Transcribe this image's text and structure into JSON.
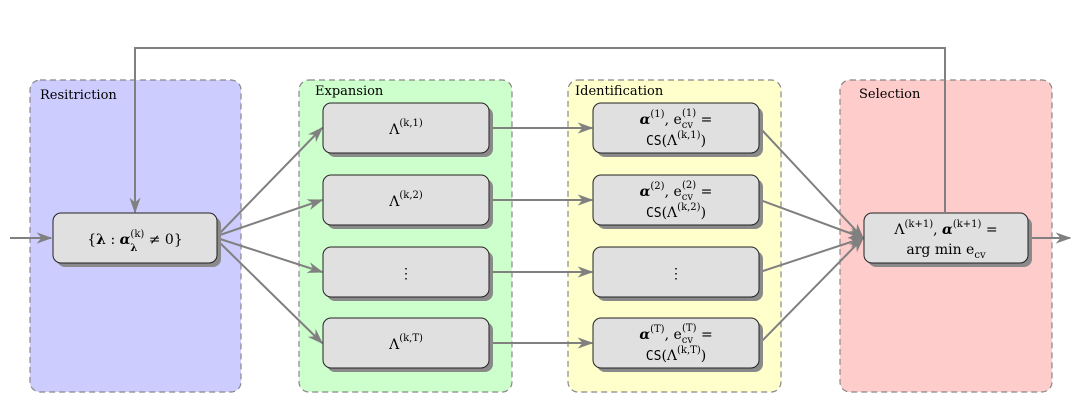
{
  "stages": [
    {
      "id": "restriction",
      "title": "Resitriction",
      "color": "#ccccff"
    },
    {
      "id": "expansion",
      "title": "Expansion",
      "color": "#ccffcc"
    },
    {
      "id": "identification",
      "title": "Identification",
      "color": "#ffffcc"
    },
    {
      "id": "selection",
      "title": "Selection",
      "color": "#ffcccc"
    }
  ],
  "nodes": {
    "restriction": "{λ : α_λ^(k) ≠ 0}",
    "expansion": [
      "Λ^(k,1)",
      "Λ^(k,2)",
      "⋮",
      "Λ^(k,T)"
    ],
    "identification": [
      "α^(1), e_cv^(1) = CS(Λ^(k,1))",
      "α^(2), e_cv^(2) = CS(Λ^(k,2))",
      "⋮",
      "α^(T), e_cv^(T) = CS(Λ^(k,T))"
    ],
    "selection": "Λ^(k+1), α^(k+1) = arg min e_cv"
  },
  "colors": {
    "arrow": "#808080",
    "node_fill": "#e0e0e0",
    "shadow": "#8a8a8a",
    "stage_border": "#888888"
  }
}
